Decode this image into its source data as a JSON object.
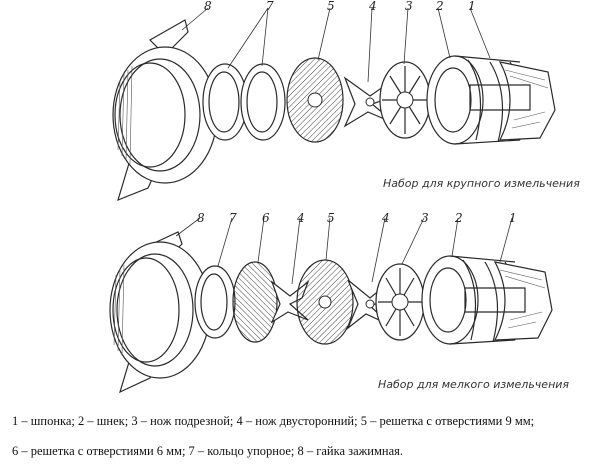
{
  "top_set": {
    "caption": "Набор для крупного измельчения",
    "labels": [
      "8",
      "7",
      "5",
      "4",
      "3",
      "2",
      "1"
    ]
  },
  "bottom_set": {
    "caption": "Набор для мелкого измельчения",
    "labels": [
      "8",
      "7",
      "6",
      "4",
      "5",
      "4",
      "3",
      "2",
      "1"
    ]
  },
  "legend": {
    "line1": "1 – шпонка; 2 – шнек; 3 – нож подрезной; 4 – нож двусторонний; 5 – решетка с отверстиями 9 мм;",
    "line2": "6 – решетка с отверстиями 6 мм; 7 – кольцо упорное; 8 – гайка зажимная."
  }
}
